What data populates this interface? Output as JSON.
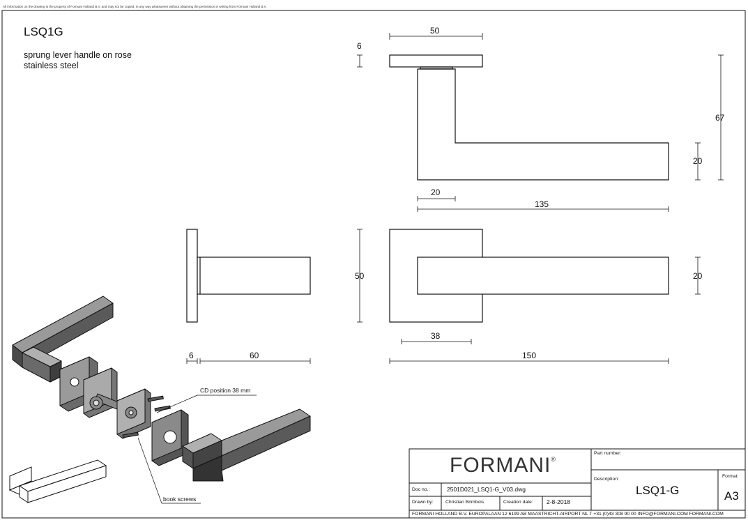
{
  "disclaimer": "All information on the drawing is the property of Formani Holland B.V. and may not be copied, in any way whatsoever without obtaining the permission in writing from Formani Holland B.V.",
  "product": {
    "code": "LSQ1G",
    "description_line1": "sprung lever handle on rose",
    "description_line2": "stainless steel"
  },
  "dimensions": {
    "rose_width": "50",
    "rose_thickness_top": "6",
    "overall_height": "67",
    "lever_thickness_side": "20",
    "lever_neck_width": "20",
    "lever_length": "135",
    "rose_height_front": "50",
    "lever_thickness_front": "20",
    "rose_offset": "38",
    "overall_length_front": "150",
    "rose_thickness_side": "6",
    "projection_side": "60"
  },
  "callouts": {
    "cd_position": "CD position 38 mm",
    "book_screws": "book screws"
  },
  "title_block": {
    "logo_text": "FORMANI",
    "logo_mark": "®",
    "part_number_label": "Part number:",
    "description_label": "Description:",
    "part_name": "LSQ1-G",
    "format_label": "Format:",
    "format_value": "A3",
    "doc_no_label": "Doc no.:",
    "doc_no_value": "2501D021_LSQ1-G_V03.dwg",
    "drawn_by_label": "Drawn by:",
    "drawn_by_value": "Christian Brimbois",
    "creation_date_label": "Creation date:",
    "creation_date_value": "2-8-2018",
    "footer": "FORMANI HOLLAND B.V.  EUROPALAAN 12  6199 AB MAASTRICHT-AIRPORT NL  T +31 (0)43 308 90 00 INFO@FORMANI.COM FORMANI.COM"
  },
  "colors": {
    "line": "#111111",
    "steel_dark": "#4a4a4a",
    "steel_mid": "#8a8a8a",
    "steel_light": "#bdbdbd"
  }
}
